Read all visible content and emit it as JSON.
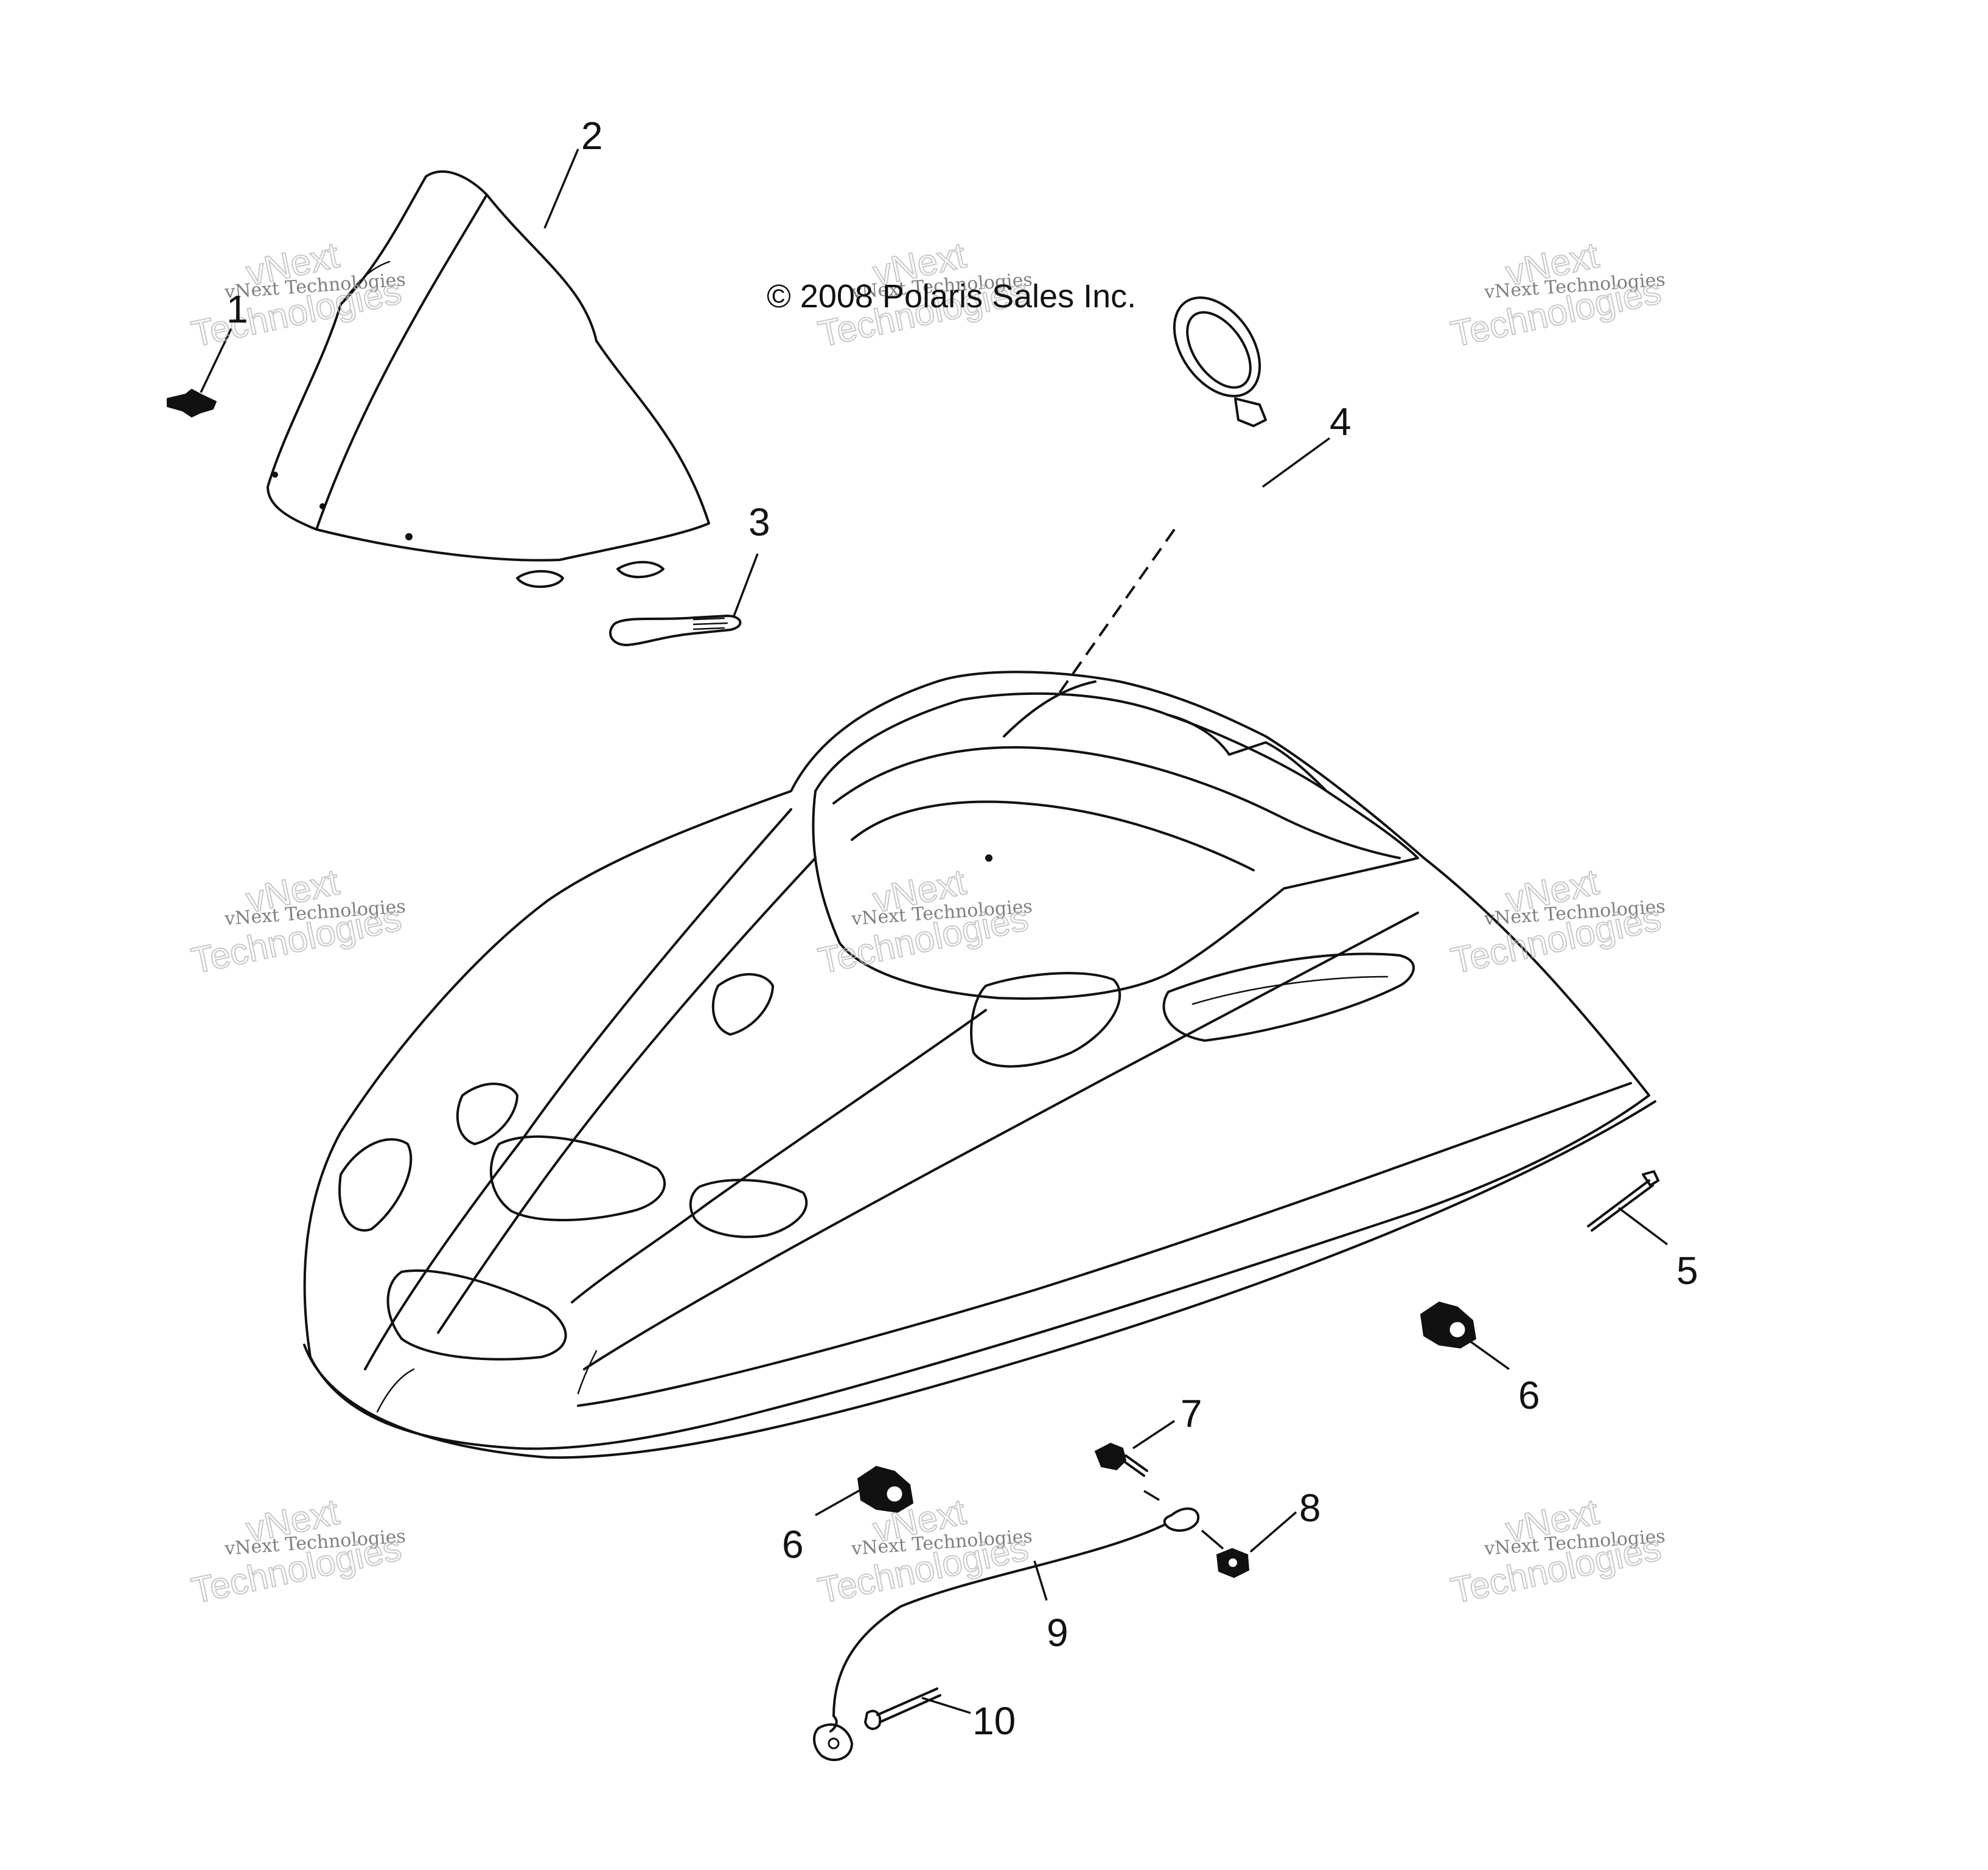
{
  "copyright": "© 2008 Polaris Sales Inc.",
  "watermark": {
    "line1": "vNext Technologies",
    "line2": "vNext",
    "line3": "Technologies"
  },
  "callouts": {
    "c1": "1",
    "c2": "2",
    "c3": "3",
    "c4": "4",
    "c5": "5",
    "c6a": "6",
    "c6b": "6",
    "c7": "7",
    "c8": "8",
    "c9": "9",
    "c10": "10"
  },
  "colors": {
    "ink": "#111111",
    "watermark": "#bbbbbb"
  }
}
